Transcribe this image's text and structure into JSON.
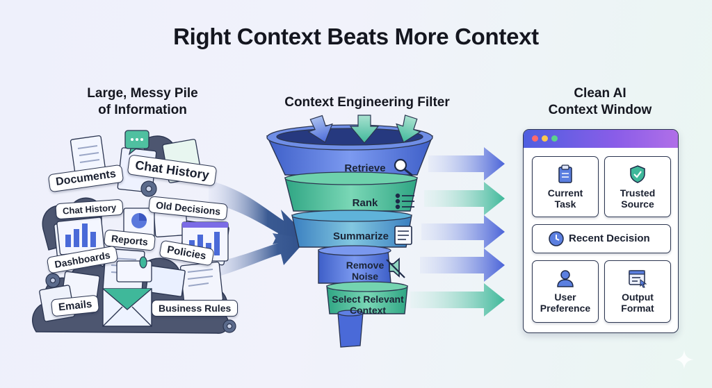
{
  "title": "Right Context Beats More Context",
  "pile": {
    "heading_line1": "Large, Messy Pile",
    "heading_line2": "of Information",
    "labels": {
      "documents": "Documents",
      "chat_history_big": "Chat History",
      "chat_history_small": "Chat History",
      "old_decisions": "Old Decisions",
      "reports": "Reports",
      "dashboards": "Dashboards",
      "policies": "Policies",
      "emails": "Emails",
      "business_rules": "Business Rules"
    }
  },
  "filter": {
    "heading": "Context Engineering Filter",
    "stages": {
      "retrieve": "Retrieve",
      "rank": "Rank",
      "summarize": "Summarize",
      "remove_noise_line1": "Remove",
      "remove_noise_line2": "Noise",
      "select_line1": "Select Relevant",
      "select_line2": "Context"
    }
  },
  "window": {
    "heading_line1": "Clean AI",
    "heading_line2": "Context Window",
    "cards": {
      "current_task_line1": "Current",
      "current_task_line2": "Task",
      "trusted_source_line1": "Trusted",
      "trusted_source_line2": "Source",
      "recent_decision": "Recent Decision",
      "user_pref_line1": "User",
      "user_pref_line2": "Preference",
      "output_format_line1": "Output",
      "output_format_line2": "Format"
    }
  },
  "colors": {
    "funnel_blue": "#5b7fe0",
    "funnel_green": "#54c49a",
    "arrow_blue": "#4a63d8",
    "arrow_teal": "#3fb89a",
    "window_bar": "#6a5ee4"
  },
  "icons": [
    "search-icon",
    "list-icon",
    "document-icon",
    "muted-speaker-icon",
    "clipboard-icon",
    "shield-check-icon",
    "clock-icon",
    "user-icon",
    "output-window-icon",
    "sparkle-icon",
    "gear-icon",
    "envelope-icon",
    "chat-bubble-icon"
  ]
}
